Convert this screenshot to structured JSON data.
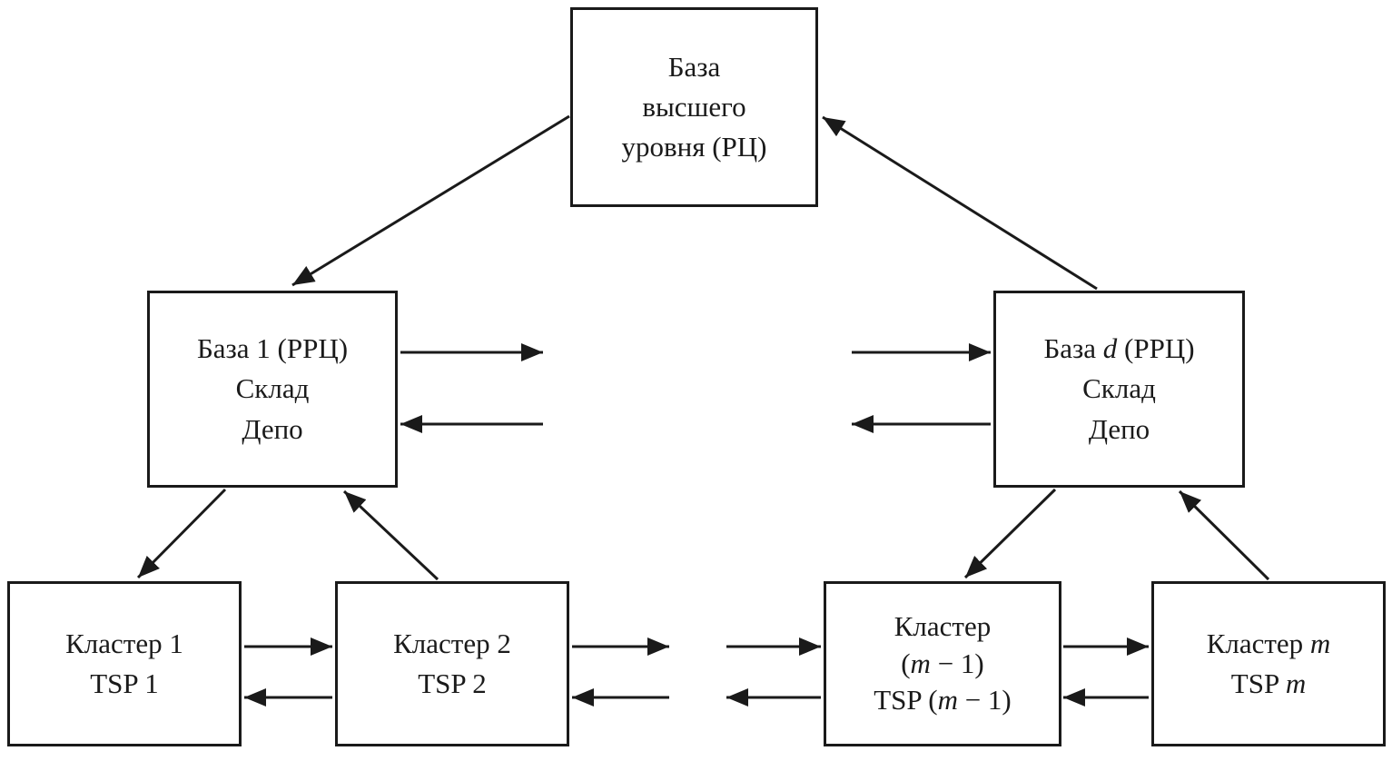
{
  "diagram": {
    "title": "Hierarchical distribution network: top-level base, regional bases and clusters",
    "colors": {
      "stroke": "#1a1a1a",
      "background": "#ffffff"
    },
    "nodes": {
      "top_base": {
        "lines": [
          [
            [
              "База",
              false
            ]
          ],
          [
            [
              "высшего",
              false
            ]
          ],
          [
            [
              "уровня (РЦ)",
              false
            ]
          ]
        ]
      },
      "base_1": {
        "lines": [
          [
            [
              "База 1 (РРЦ)",
              false
            ]
          ],
          [
            [
              "Склад",
              false
            ]
          ],
          [
            [
              "Депо",
              false
            ]
          ]
        ]
      },
      "base_d": {
        "lines": [
          [
            [
              "База ",
              false
            ],
            [
              "d",
              true
            ],
            [
              " (РРЦ)",
              false
            ]
          ],
          [
            [
              "Склад",
              false
            ]
          ],
          [
            [
              "Депо",
              false
            ]
          ]
        ]
      },
      "cluster_1": {
        "lines": [
          [
            [
              "Кластер 1",
              false
            ]
          ],
          [
            [
              "TSP 1",
              false
            ]
          ]
        ]
      },
      "cluster_2": {
        "lines": [
          [
            [
              "Кластер 2",
              false
            ]
          ],
          [
            [
              "TSP 2",
              false
            ]
          ]
        ]
      },
      "cluster_m_minus_1": {
        "lines": [
          [
            [
              "Кластер",
              false
            ]
          ],
          [
            [
              "(",
              false
            ],
            [
              "m",
              true
            ],
            [
              " − 1)",
              false
            ]
          ],
          [
            [
              "TSP (",
              false
            ],
            [
              "m",
              true
            ],
            [
              " − 1)",
              false
            ]
          ]
        ]
      },
      "cluster_m": {
        "lines": [
          [
            [
              "Кластер ",
              false
            ],
            [
              "m",
              true
            ]
          ],
          [
            [
              "TSP ",
              false
            ],
            [
              "m",
              true
            ]
          ]
        ]
      }
    },
    "arrows": [
      {
        "name": "arrow-top-to-base1",
        "from": "top_base",
        "to": "base_1"
      },
      {
        "name": "arrow-based-to-top",
        "from": "base_d",
        "to": "top_base"
      },
      {
        "name": "arrow-base1-to-cluster1",
        "from": "base_1",
        "to": "cluster_1"
      },
      {
        "name": "arrow-cluster2-to-base1",
        "from": "cluster_2",
        "to": "base_1"
      },
      {
        "name": "arrow-based-to-cluster-m-1",
        "from": "base_d",
        "to": "cluster_m_minus_1"
      },
      {
        "name": "arrow-cluster-m-to-based",
        "from": "cluster_m",
        "to": "base_d"
      },
      {
        "name": "arrow-base1-out-right",
        "from": "base_1",
        "to": "ellipsis"
      },
      {
        "name": "arrow-in-to-base1",
        "from": "ellipsis",
        "to": "base_1"
      },
      {
        "name": "arrow-in-to-based",
        "from": "ellipsis",
        "to": "base_d"
      },
      {
        "name": "arrow-based-out-left",
        "from": "base_d",
        "to": "ellipsis"
      },
      {
        "name": "arrow-cluster1-to-cluster2",
        "from": "cluster_1",
        "to": "cluster_2"
      },
      {
        "name": "arrow-cluster2-to-cluster1",
        "from": "cluster_2",
        "to": "cluster_1"
      },
      {
        "name": "arrow-cluster2-out-right",
        "from": "cluster_2",
        "to": "ellipsis"
      },
      {
        "name": "arrow-in-to-cluster2",
        "from": "ellipsis",
        "to": "cluster_2"
      },
      {
        "name": "arrow-in-to-cluster-m-1",
        "from": "ellipsis",
        "to": "cluster_m_minus_1"
      },
      {
        "name": "arrow-cluster-m-1-out-left",
        "from": "cluster_m_minus_1",
        "to": "ellipsis"
      },
      {
        "name": "arrow-cluster-m-1-to-m",
        "from": "cluster_m_minus_1",
        "to": "cluster_m"
      },
      {
        "name": "arrow-cluster-m-to-m-1",
        "from": "cluster_m",
        "to": "cluster_m_minus_1"
      }
    ]
  }
}
